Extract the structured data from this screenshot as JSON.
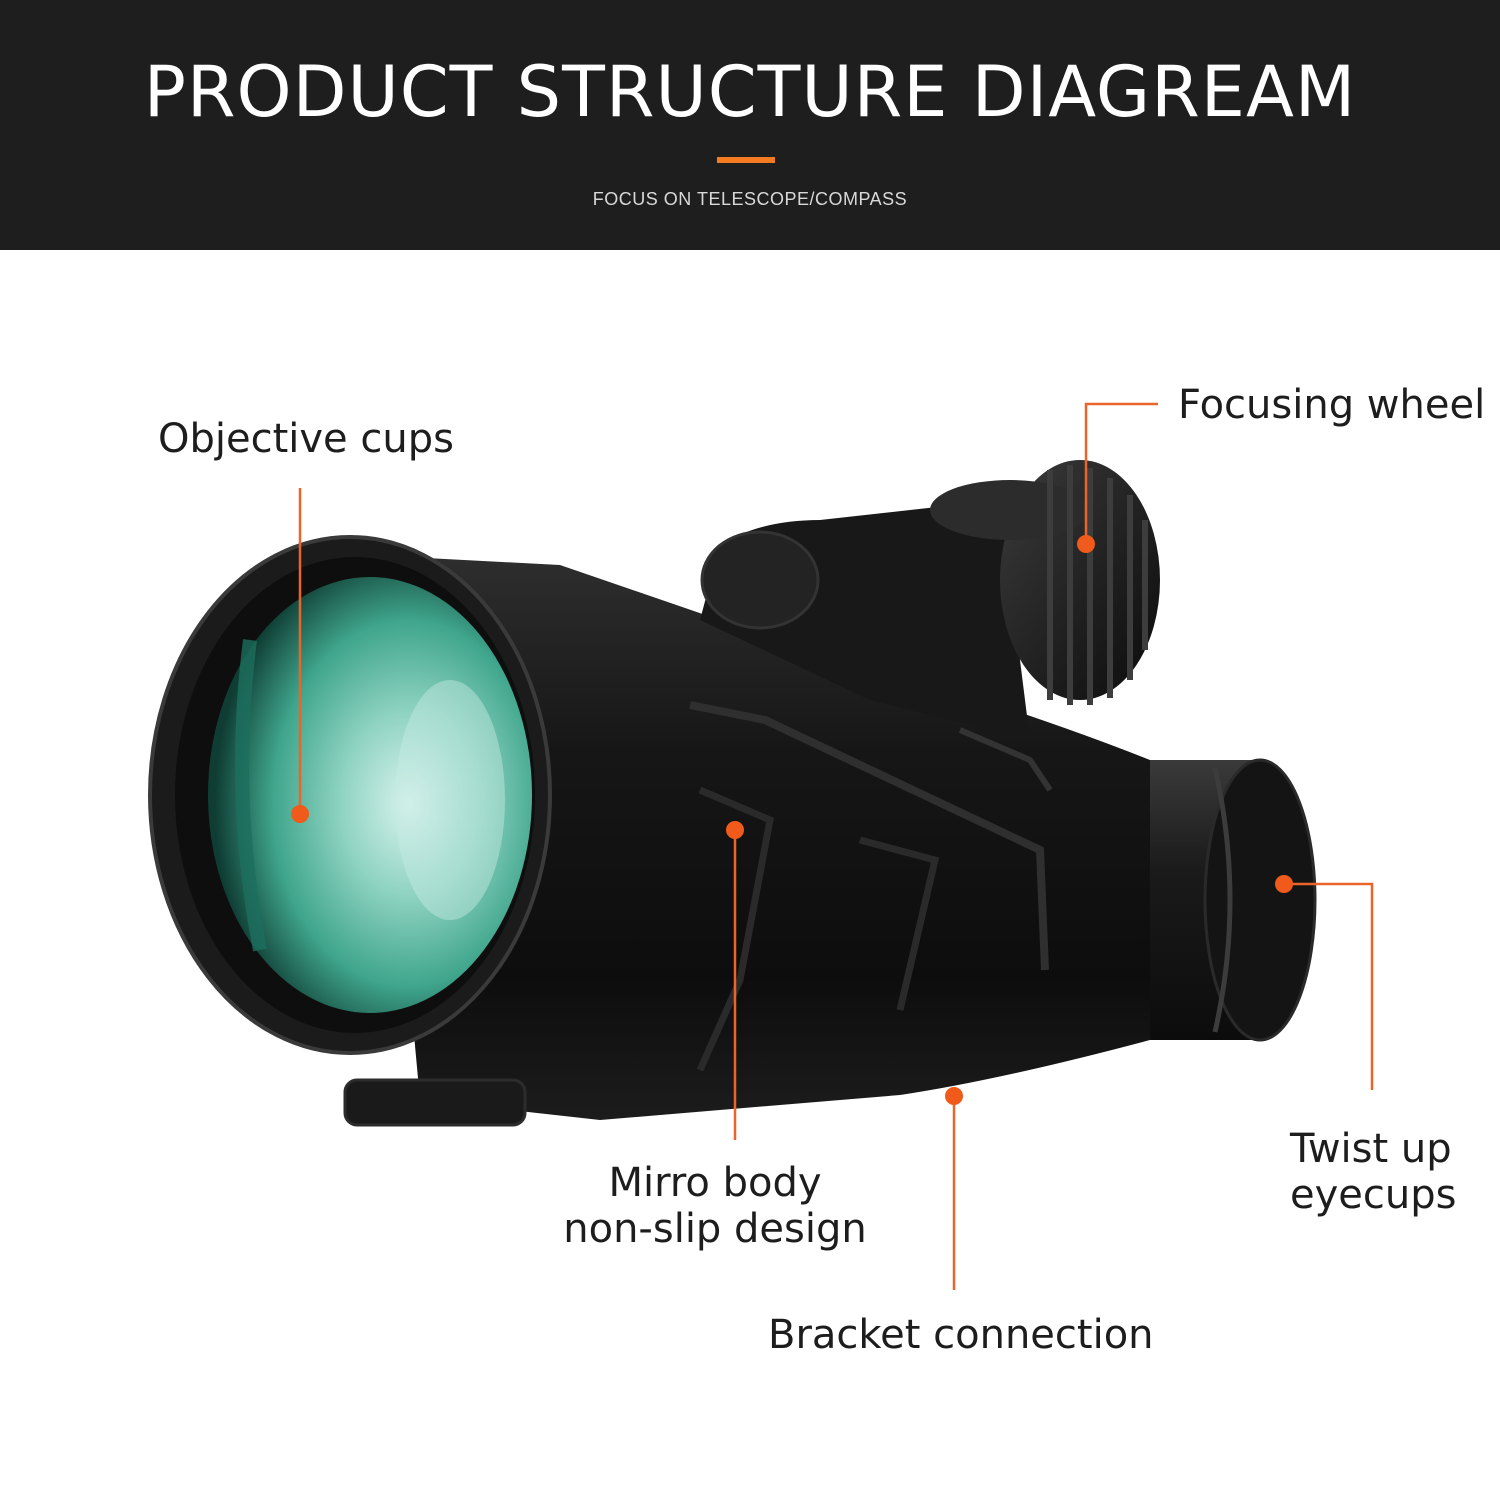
{
  "header": {
    "title": "PRODUCT STRUCTURE DIAGREAM",
    "subtitle": "FOCUS ON TELESCOPE/COMPASS"
  },
  "callouts": {
    "objective_cups": "Objective cups",
    "focusing_wheel": "Focusing wheel",
    "mirro_body": "Mirro body\nnon-slip design",
    "twist_up_eyecups": "Twist up\neyecups",
    "bracket_connection": "Bracket connection"
  },
  "colors": {
    "banner": "#1e1e1e",
    "accent": "#f47b20",
    "body": "#151515",
    "lens": "#3fa58c"
  }
}
